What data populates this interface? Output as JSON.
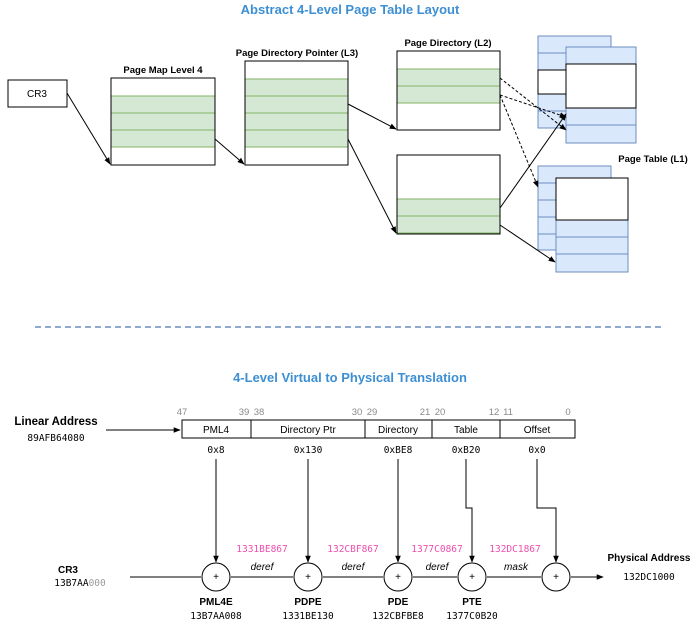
{
  "top": {
    "title": "Abstract 4-Level Page Table Layout",
    "cr3_label": "CR3",
    "tables": {
      "pml4": "Page Map Level 4",
      "pdp": "Page Directory Pointer (L3)",
      "pd": "Page Directory (L2)",
      "pt": "Page Table (L1)"
    }
  },
  "bottom": {
    "title": "4-Level Virtual to Physical Translation",
    "linear_address_label": "Linear Address",
    "linear_address_value": "89AFB64080",
    "bits": {
      "b47": "47",
      "b39": "39",
      "b38": "38",
      "b30": "30",
      "b29": "29",
      "b21": "21",
      "b20": "20",
      "b12": "12",
      "b11": "11",
      "b0": "0"
    },
    "fields": [
      {
        "name": "PML4",
        "value": "0x8"
      },
      {
        "name": "Directory Ptr",
        "value": "0x130"
      },
      {
        "name": "Directory",
        "value": "0xBE8"
      },
      {
        "name": "Table",
        "value": "0xB20"
      },
      {
        "name": "Offset",
        "value": "0x0"
      }
    ],
    "cr3": {
      "label": "CR3",
      "value_main": "13B7AA",
      "value_grey": "000"
    },
    "nodes": [
      {
        "name": "PML4E",
        "value": "13B7AA008"
      },
      {
        "name": "PDPE",
        "value": "1331BE130"
      },
      {
        "name": "PDE",
        "value": "132CBFBE8"
      },
      {
        "name": "PTE",
        "value": "1377C0B20"
      }
    ],
    "plus_symbol": "+",
    "pink_values": [
      "1331BE867",
      "132CBF867",
      "1377C0867",
      "132DC1867"
    ],
    "ops": [
      "deref",
      "deref",
      "deref",
      "mask"
    ],
    "physical": {
      "label": "Physical Address",
      "value": "132DC1000"
    }
  },
  "colors": {
    "title": "#3d8fd4",
    "green_fill": "#d5e8d4",
    "green_stroke": "#82b366",
    "blue_fill": "#dae8fc",
    "blue_stroke": "#6c8ebf",
    "pink": "#ee4fb0",
    "divider": "#6c8ebf"
  }
}
